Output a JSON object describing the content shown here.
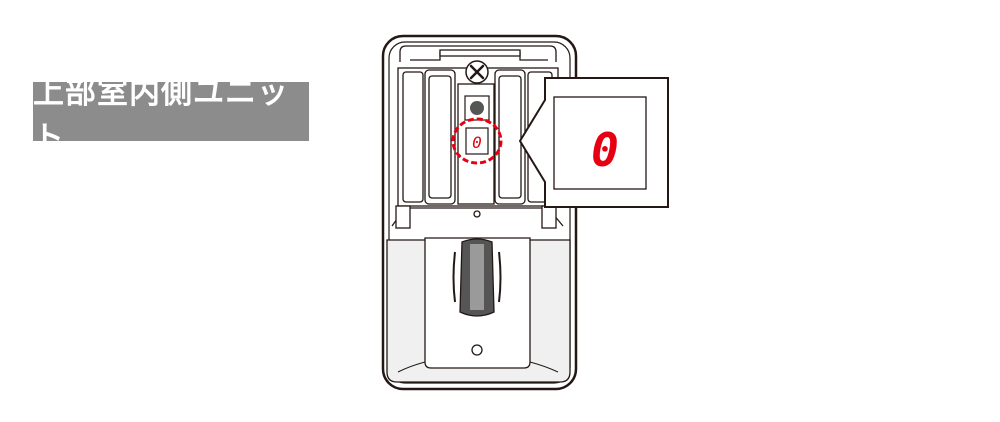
{
  "unit_label": "上部室内側ユニット",
  "display_digit": "0",
  "colors": {
    "label_bg": "#8c8c8c",
    "label_text": "#ffffff",
    "highlight": "#e60012",
    "outline": "#231815",
    "panel_fill": "#f0f0f0",
    "knob_fill": "#555555"
  },
  "icons": {
    "screw": "screw-icon",
    "knob": "thumb-turn-knob"
  }
}
